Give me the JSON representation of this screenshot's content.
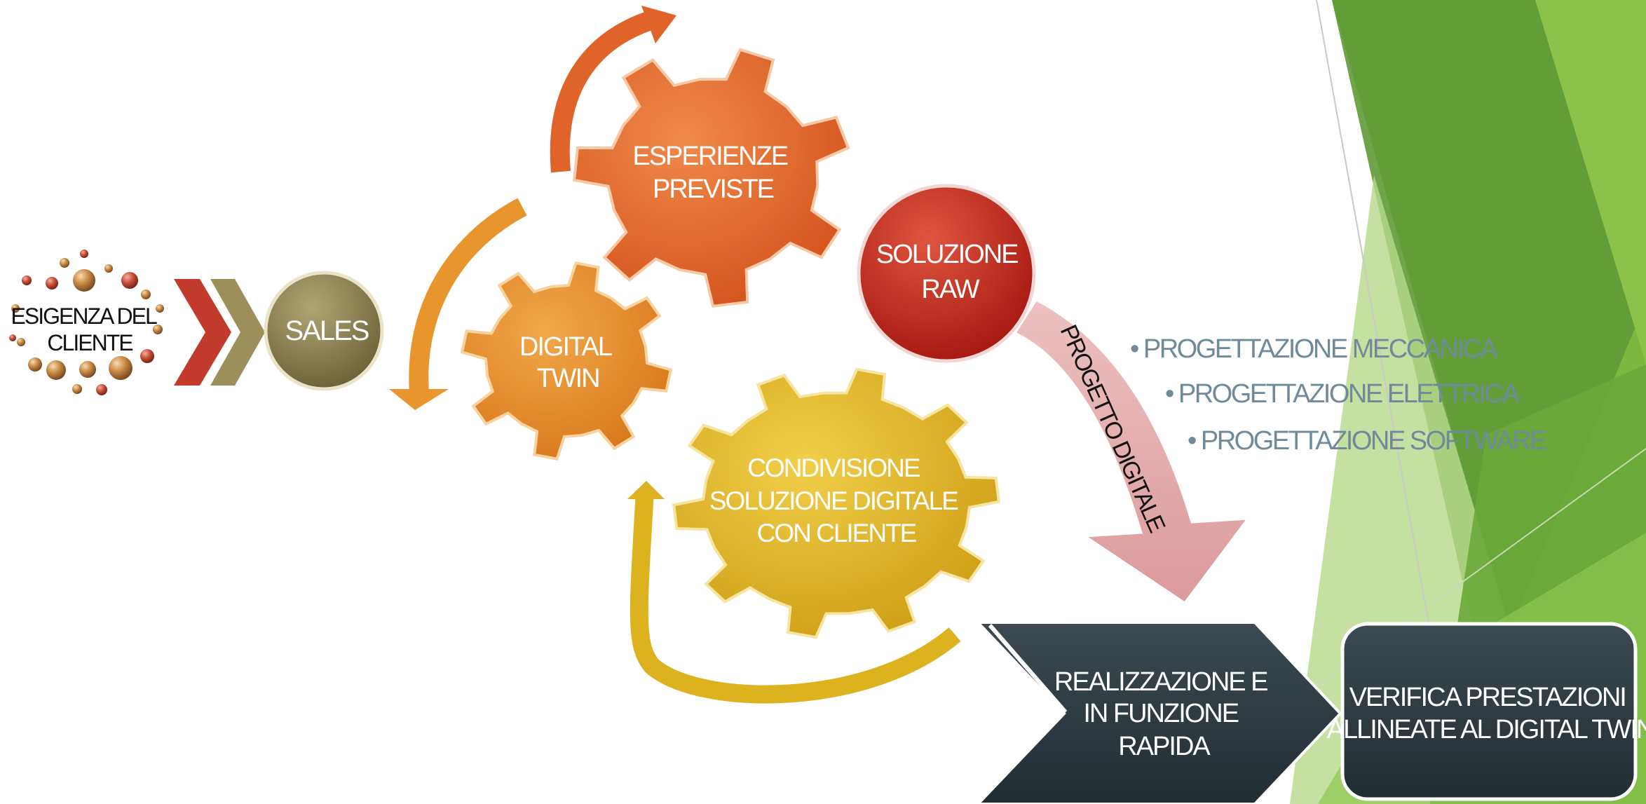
{
  "diagram": {
    "customer_need": [
      "ESIGENZA DEL",
      "CLIENTE"
    ],
    "sales": "SALES",
    "digital_twin": [
      "DIGITAL",
      "TWIN"
    ],
    "experiences": [
      "ESPERIENZE",
      "PREVISTE"
    ],
    "raw_solution": [
      "SOLUZIONE",
      "RAW"
    ],
    "digital_project": "PROGETTO DIGITALE",
    "sharing": [
      "CONDIVISIONE",
      "SOLUZIONE DIGITALE",
      "CON CLIENTE"
    ],
    "bullets": [
      "PROGETTAZIONE MECCANICA",
      "PROGETTAZIONE ELETTRICA",
      "PROGETTAZIONE SOFTWARE"
    ],
    "realization": [
      "REALIZZAZIONE E",
      "IN FUNZIONE",
      "RAPIDA"
    ],
    "verification": [
      "VERIFICA PRESTAZIONI",
      "ALLINEATE AL DIGITAL TWIN"
    ]
  },
  "colors": {
    "green_dark": "#5f9a36",
    "green_mid": "#7cb83e",
    "green_light": "#b6d98a",
    "gear_orange_red": "#e0632a",
    "gear_orange": "#e6892a",
    "gear_gold": "#ddb21f",
    "raw_red": "#c0261c",
    "sales_olive": "#8a7e4c",
    "chevron_red": "#c23a2b",
    "chevron_olive": "#9c8f5a",
    "arrow_pink": "#e3a7a8",
    "dark_panel": "#2c3a40",
    "bullet_text": "#6f8a9a"
  }
}
